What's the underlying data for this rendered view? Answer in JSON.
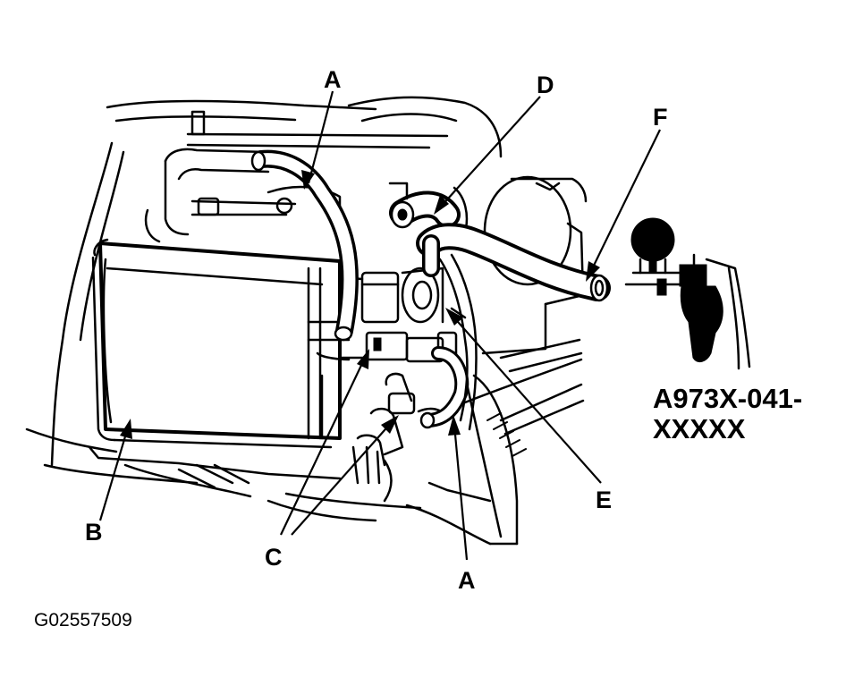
{
  "callouts": {
    "a_top": "A",
    "a_bottom": "A",
    "b": "B",
    "c": "C",
    "d": "D",
    "e": "E",
    "f": "F"
  },
  "tool": {
    "part_number_line1": "A973X-041-",
    "part_number_line2": "XXXXX"
  },
  "figure_id": "G02557509"
}
